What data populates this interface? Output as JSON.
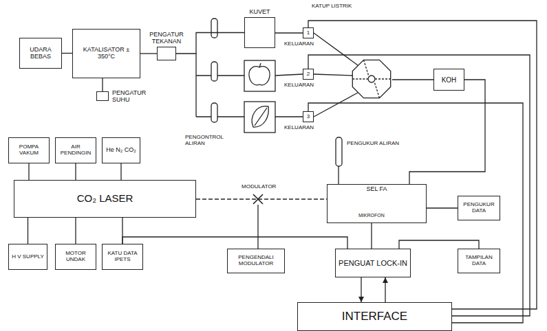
{
  "diagram": {
    "nodes": [
      {
        "text": [
          "UDARA BEBAS"
        ]
      },
      {
        "text": [
          "KATALISATOR ± 350°C"
        ]
      },
      {
        "text": [
          "PENGATUR TEKANAN"
        ]
      },
      {
        "text": [
          "PENGATUR SUHU"
        ]
      },
      {
        "text": [
          "KUVET"
        ]
      },
      {
        "text": [
          "1"
        ]
      },
      {
        "text": [
          "2"
        ]
      },
      {
        "text": [
          "3"
        ]
      },
      {
        "text": [
          "KOH"
        ]
      },
      {
        "text": [
          "POMPA VAKUM"
        ]
      },
      {
        "text": [
          "AIR PENDINGIN"
        ]
      },
      {
        "text": [
          "He N₂ CO₂"
        ]
      },
      {
        "text": [
          "CO₂ LASER"
        ]
      },
      {
        "text": [
          "SEL FA"
        ]
      },
      {
        "text": [
          "PENGUKUR DATA"
        ]
      },
      {
        "text": [
          "H V SUPPLY"
        ]
      },
      {
        "text": [
          "MOTOR UNDAK"
        ]
      },
      {
        "text": [
          "KATU DATA IPETS"
        ]
      },
      {
        "text": [
          "PENGENDALI MODULATOR"
        ]
      },
      {
        "text": [
          "PENGUAT LOCK-IN"
        ]
      },
      {
        "text": [
          "TAMPILAN DATA"
        ]
      },
      {
        "text": [
          "INTERFACE"
        ]
      }
    ],
    "edges": [
      {
        "from": 0,
        "to": 1,
        "arrow": "none"
      },
      {
        "from": 1,
        "to": 2,
        "arrow": "none"
      },
      {
        "from": 1,
        "to": 3,
        "arrow": "none"
      },
      {
        "from": 2,
        "to": 4,
        "arrow": "none"
      },
      {
        "from": 4,
        "to": 5,
        "arrow": "none"
      },
      {
        "from": 8,
        "to": 13,
        "arrow": "none"
      },
      {
        "from": 9,
        "to": 12,
        "arrow": "none"
      },
      {
        "from": 10,
        "to": 12,
        "arrow": "none"
      },
      {
        "from": 11,
        "to": 12,
        "arrow": "none"
      },
      {
        "from": 12,
        "to": 15,
        "arrow": "none"
      },
      {
        "from": 12,
        "to": 16,
        "arrow": "none"
      },
      {
        "from": 12,
        "to": 17,
        "arrow": "none"
      },
      {
        "from": 12,
        "to": 13,
        "arrow": "none"
      },
      {
        "from": 13,
        "to": 14,
        "arrow": "none"
      },
      {
        "from": 13,
        "to": 19,
        "arrow": "none"
      },
      {
        "from": 19,
        "to": 17,
        "arrow": "none"
      },
      {
        "from": 19,
        "to": 20,
        "arrow": "none"
      },
      {
        "from": 19,
        "to": 21,
        "arrow": "to"
      },
      {
        "from": 21,
        "to": 19,
        "arrow": "to"
      },
      {
        "from": 21,
        "to": 5,
        "arrow": "none"
      },
      {
        "from": 21,
        "to": 6,
        "arrow": "none"
      },
      {
        "from": 21,
        "to": 7,
        "arrow": "none"
      }
    ],
    "labels": [
      "KATUP LISTRIK",
      "KELUARAN",
      "KELUARAN",
      "KELUARAN",
      "PENGONTROL ALIRAN",
      "PENGUKUR ALIRAN",
      "MODULATOR",
      "MIKROFON"
    ]
  }
}
